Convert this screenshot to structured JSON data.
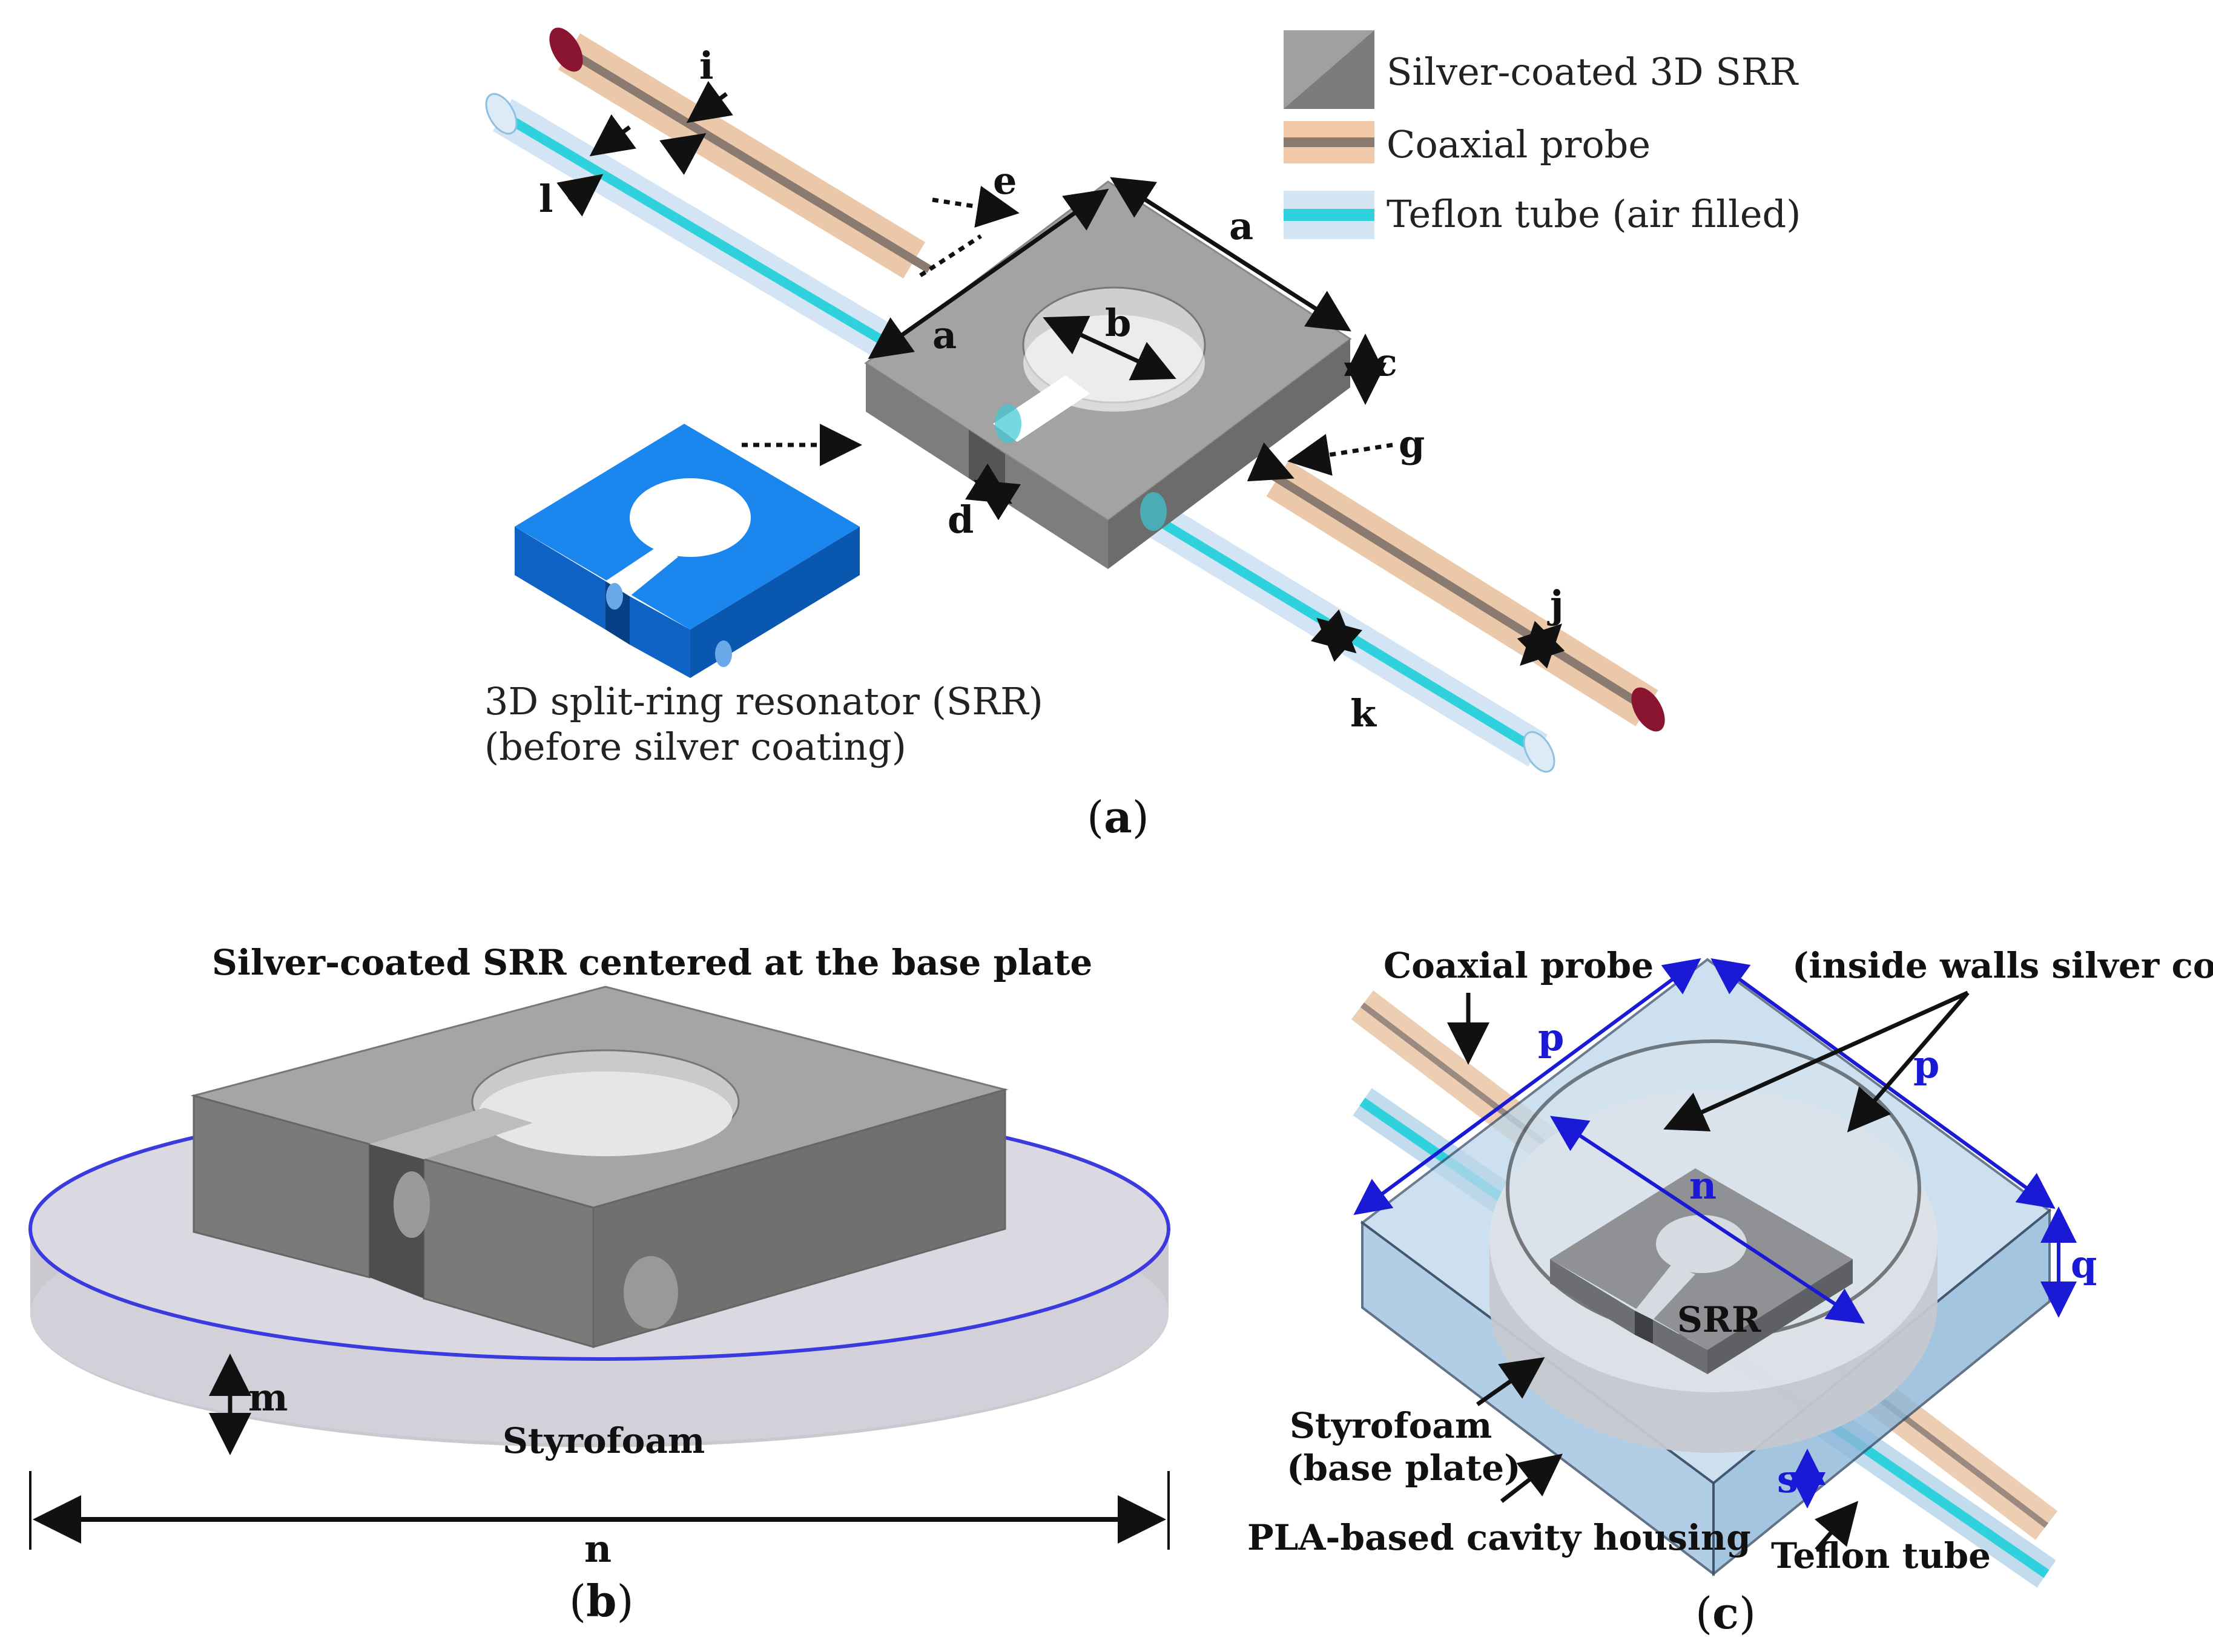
{
  "panel_a": {
    "caption_open": "(",
    "caption_letter": "a",
    "caption_close": ")",
    "legend": [
      {
        "label": "Silver-coated 3D SRR",
        "color": "#8f8f8f"
      },
      {
        "label": "Coaxial probe",
        "color": "#f1c9a8"
      },
      {
        "label": "Teflon tube (air filled)",
        "color": "#2fd2dc"
      }
    ],
    "dimension_labels": {
      "a": "a",
      "b": "b",
      "c": "c",
      "d": "d",
      "e": "e",
      "g": "g",
      "i": "i",
      "j": "j",
      "k": "k",
      "l": "l"
    },
    "srr_caption_line1": "3D split-ring resonator (SRR)",
    "srr_caption_line2": "(before silver coating)"
  },
  "panel_b": {
    "caption_open": "(",
    "caption_letter": "b",
    "caption_close": ")",
    "title": "Silver-coated SRR centered at the base plate",
    "styrofoam_label": "Styrofoam",
    "dim_m": "m",
    "dim_n": "n"
  },
  "panel_c": {
    "caption_open": "(",
    "caption_letter": "c",
    "caption_close": ")",
    "coaxial_label": "Coaxial probe",
    "walls_label": "(inside walls silver coated)",
    "dim_p": "p",
    "dim_n": "n",
    "dim_q": "q",
    "dim_s": "s",
    "srr_label": "SRR",
    "styrofoam_line1": "Styrofoam",
    "styrofoam_line2": "(base plate)",
    "pla_label": "PLA-based cavity housing",
    "teflon_label": "Teflon tube"
  },
  "colors": {
    "srr_gray": "#9a9a9a",
    "srr_blue": "#1877e6",
    "probe_tan": "#f0c8a6",
    "teflon_cyan": "#2fd2dc",
    "dimension_blue": "#1a1ad6"
  }
}
